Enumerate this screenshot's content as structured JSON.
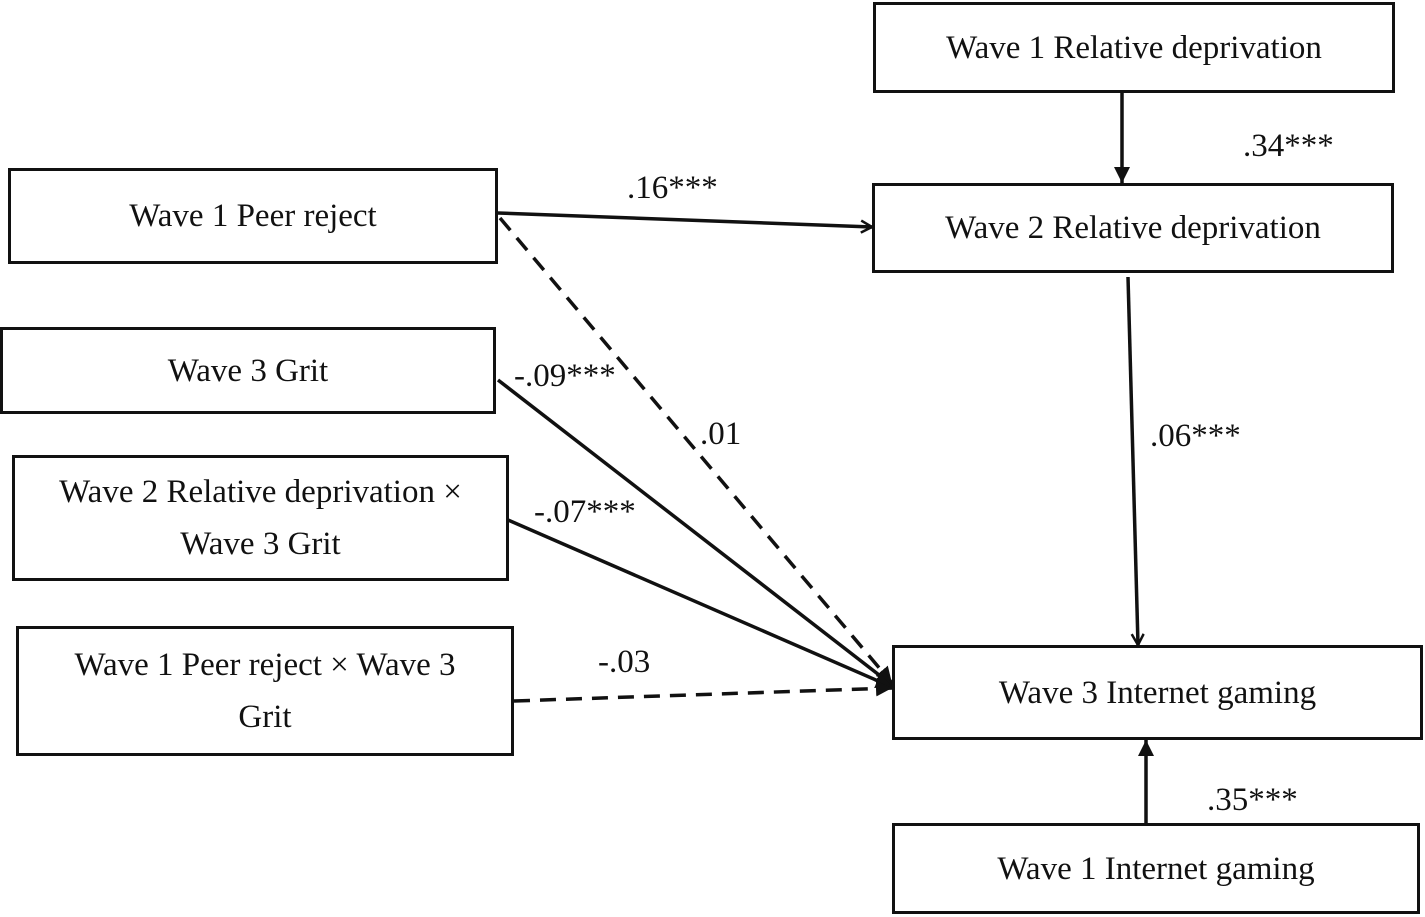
{
  "nodes": {
    "w1_rd": "Wave 1 Relative deprivation",
    "w2_rd": "Wave 2 Relative deprivation",
    "w1_peer": "Wave 1 Peer reject",
    "w3_grit": "Wave 3 Grit",
    "rd_x_grit_line1": "Wave 2 Relative deprivation ×",
    "rd_x_grit_line2": "Wave 3 Grit",
    "peer_x_grit_line1": "Wave 1 Peer reject × Wave 3",
    "peer_x_grit_line2": "Grit",
    "w3_ig": "Wave 3 Internet gaming",
    "w1_ig": "Wave 1 Internet gaming"
  },
  "edges": {
    "w1rd_to_w2rd": {
      "coef": ".34***",
      "style": "solid"
    },
    "peer_to_w2rd": {
      "coef": ".16***",
      "style": "solid"
    },
    "w2rd_to_w3ig": {
      "coef": ".06***",
      "style": "solid"
    },
    "peer_to_w3ig": {
      "coef": ".01",
      "style": "dashed"
    },
    "grit_to_w3ig": {
      "coef": "-.09***",
      "style": "solid"
    },
    "rdxgrit_to_w3ig": {
      "coef": "-.07***",
      "style": "solid"
    },
    "peerxgrit_to_w3ig": {
      "coef": "-.03",
      "style": "dashed"
    },
    "w1ig_to_w3ig": {
      "coef": ".35***",
      "style": "solid"
    }
  },
  "colors": {
    "ink": "#111111",
    "background": "#ffffff"
  }
}
